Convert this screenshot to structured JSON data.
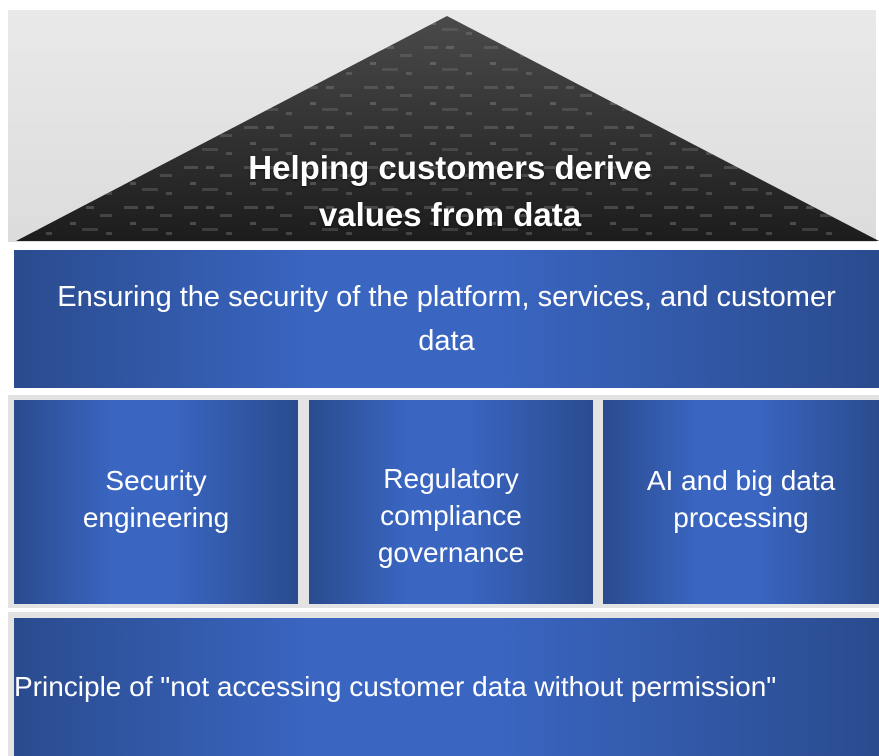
{
  "roof": {
    "title_line1": "Helping customers derive",
    "title_line2": "values from data"
  },
  "beam": {
    "text": "Ensuring the security of the platform, services, and customer data"
  },
  "pillars": [
    {
      "text": "Security engineering"
    },
    {
      "text": "Regulatory compliance governance"
    },
    {
      "text": "AI and big data processing"
    }
  ],
  "foundation": {
    "text": "Principle of \"not accessing customer data without permission\""
  },
  "colors": {
    "block_blue_dark": "#2a4b8e",
    "block_blue_light": "#3a66c2",
    "roof_dark": "#2a2a2a",
    "roof_background": "#e3e3e3",
    "text": "#ffffff"
  }
}
